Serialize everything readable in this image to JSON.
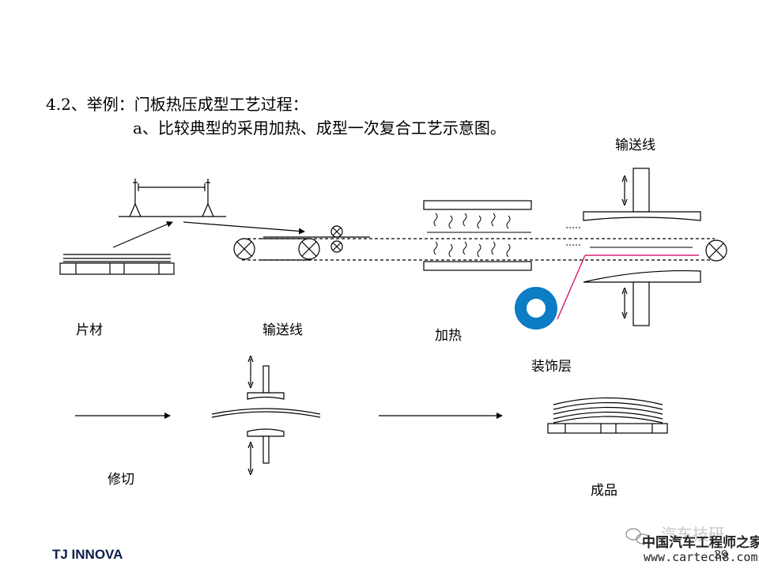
{
  "heading": "4.2、举例：门板热压成型工艺过程：",
  "subheading": "a、比较典型的采用加热、成型一次复合工艺示意图。",
  "labels": {
    "sheet": "片材",
    "conveyor_1": "输送线",
    "heating": "加热",
    "decor_layer": "装饰层",
    "conveyor_2": "输送线",
    "trimming": "修切",
    "finished": "成品"
  },
  "footer": {
    "brand": "TJ INNOVA",
    "page_number": "39"
  },
  "watermark": {
    "faint_text": "汽车技研",
    "site_name": "中国汽车工程师之家",
    "url": "www.cartech8.com"
  },
  "colors": {
    "decor_roll": "#0c7cc4",
    "decor_film": "#d8227a",
    "footer_brand": "#0d1f4a"
  }
}
